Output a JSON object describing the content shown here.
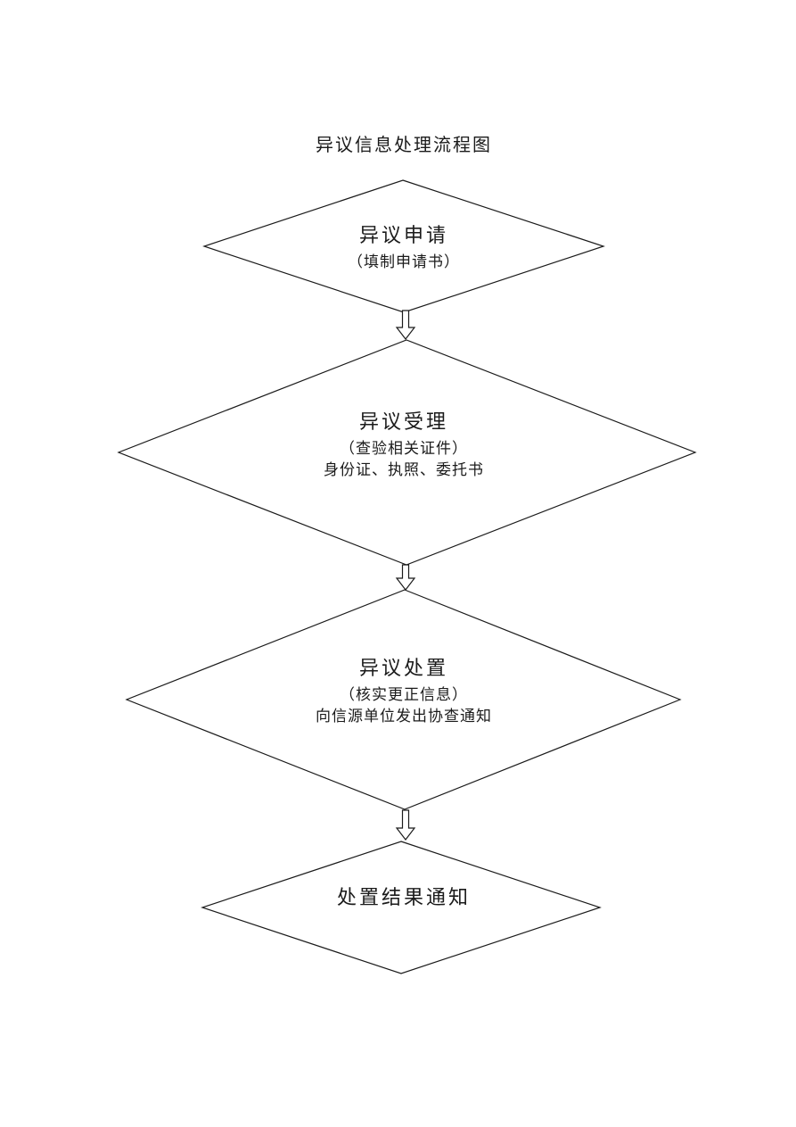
{
  "page": {
    "title": "异议信息处理流程图",
    "background_color": "#ffffff",
    "line_color": "#1b1b1b"
  },
  "flowchart": {
    "nodes": [
      {
        "shape": "diamond",
        "title": "异议申请",
        "subtitle": "（填制申请书）"
      },
      {
        "shape": "diamond",
        "title": "异议受理",
        "subtitle": "（查验相关证件）",
        "detail": "身份证、执照、委托书"
      },
      {
        "shape": "diamond",
        "title": "异议处置",
        "subtitle": "（核实更正信息）",
        "detail": "向信源单位发出协查通知"
      },
      {
        "shape": "diamond",
        "title": "处置结果通知"
      }
    ],
    "connectors": [
      {
        "from": "异议申请",
        "to": "异议受理",
        "type": "double-line-arrow-down"
      },
      {
        "from": "异议受理",
        "to": "异议处置",
        "type": "double-line-arrow-down"
      },
      {
        "from": "异议处置",
        "to": "处置结果通知",
        "type": "double-line-arrow-down"
      }
    ]
  }
}
